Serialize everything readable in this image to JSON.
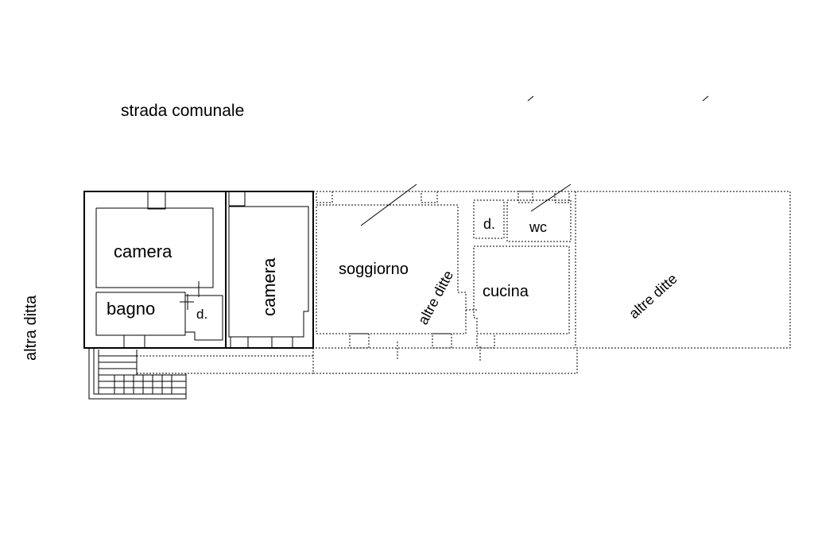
{
  "labels": {
    "street": "strada comunale",
    "left_neighbor": "altra ditta",
    "camera_1": "camera",
    "camera_2": "camera",
    "bagno": "bagno",
    "disimpegno_1": "d.",
    "soggiorno": "soggiorno",
    "altre_ditte_1": "altre ditte",
    "disimpegno_2": "d.",
    "wc": "wc",
    "cucina": "cucina",
    "altre_ditte_2": "altre ditte"
  }
}
